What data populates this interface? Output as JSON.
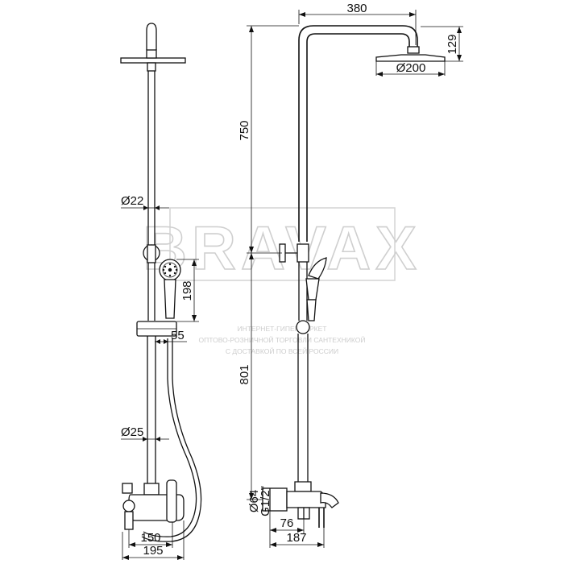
{
  "watermark": {
    "logo": "BRAVAX",
    "lines": [
      "ИНТЕРНЕТ-ГИПЕРМАРКЕТ",
      "ОПТОВО-РОЗНИЧНОЙ ТОРГОВЛИ САНТЕХНИКОЙ",
      "С ДОСТАВКОЙ ПО ВСЕЙ РОССИИ"
    ]
  },
  "dimensions": {
    "front_pipe_diameter_upper": "Ø22",
    "front_pipe_diameter_lower": "Ø25",
    "handshower_length": "198",
    "holder_offset": "55",
    "connection_spacing": "150",
    "mixer_width": "195",
    "overhead_reach": "380",
    "head_height": "129",
    "head_diameter": "Ø200",
    "upper_pipe_length": "750",
    "lower_pipe_length": "801",
    "cover_diameter": "Ø64",
    "thread": "G1/2\"",
    "side_offset": "76",
    "mixer_depth": "187"
  }
}
